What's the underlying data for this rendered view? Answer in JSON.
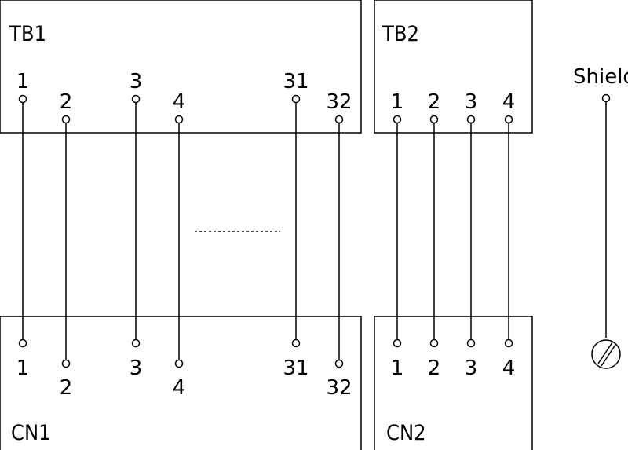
{
  "tb1": {
    "label": "TB1",
    "pins": [
      "1",
      "2",
      "3",
      "4",
      "31",
      "32"
    ]
  },
  "tb2": {
    "label": "TB2",
    "pins": [
      "1",
      "2",
      "3",
      "4"
    ]
  },
  "cn1": {
    "label": "CN1",
    "pins": [
      "1",
      "2",
      "3",
      "4",
      "31",
      "32"
    ]
  },
  "cn2": {
    "label": "CN2",
    "pins": [
      "1",
      "2",
      "3",
      "4"
    ]
  },
  "shield": {
    "label": "Shield"
  },
  "colors": {
    "line": "#000000",
    "background": "#ffffff"
  }
}
